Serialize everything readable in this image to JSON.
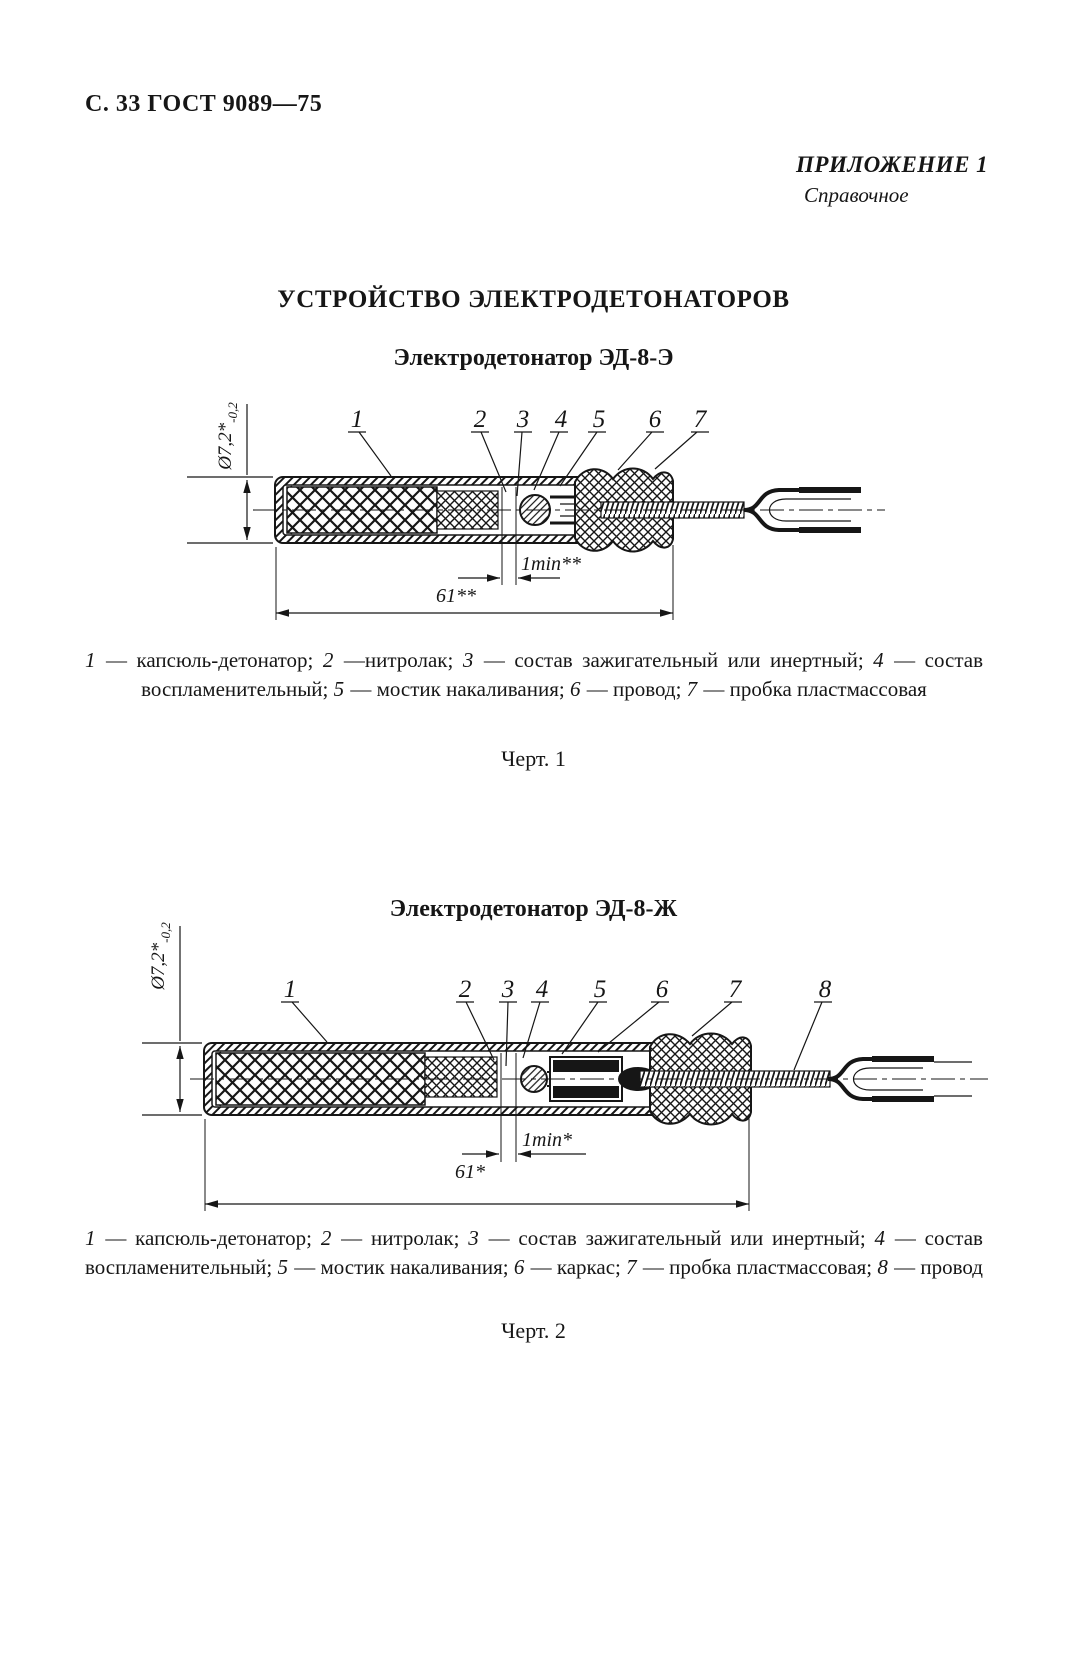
{
  "page": {
    "header": "С. 33 ГОСТ 9089—75",
    "appendix": {
      "title": "ПРИЛОЖЕНИЕ 1",
      "subtitle": "Справочное"
    },
    "title": "УСТРОЙСТВО ЭЛЕКТРОДЕТОНАТОРОВ"
  },
  "figure1": {
    "subtitle": "Электродетонатор ЭД-8-Э",
    "callouts": [
      "1",
      "2",
      "3",
      "4",
      "5",
      "6",
      "7"
    ],
    "dims": {
      "diameter": "Ø7,2*",
      "diameter_tol": "-0,2",
      "min_gap": "1min**",
      "length": "61**"
    },
    "legend": [
      {
        "num": "1",
        "text": " — капсюль-детонатор; "
      },
      {
        "num": "2",
        "text": " —нитролак; "
      },
      {
        "num": "3",
        "text": " — состав зажигательный или инертный; "
      },
      {
        "num": "4",
        "text": " — состав воспламенительный; "
      },
      {
        "num": "5",
        "text": " — мостик накаливания; "
      },
      {
        "num": "6",
        "text": " — провод; "
      },
      {
        "num": "7",
        "text": " — пробка пластмассовая"
      }
    ],
    "caption": "Черт. 1"
  },
  "figure2": {
    "subtitle": "Электродетонатор ЭД-8-Ж",
    "callouts": [
      "1",
      "2",
      "3",
      "4",
      "5",
      "6",
      "7",
      "8"
    ],
    "dims": {
      "diameter": "Ø7,2*",
      "diameter_tol": "-0,2",
      "min_gap": "1min*",
      "length": "61*"
    },
    "legend": [
      {
        "num": "1",
        "text": " — капсюль-детонатор; "
      },
      {
        "num": "2",
        "text": " — нитролак; "
      },
      {
        "num": "3",
        "text": " — состав зажигательный или инертный; "
      },
      {
        "num": "4",
        "text": " — состав воспламенительный; "
      },
      {
        "num": "5",
        "text": " — мостик накаливания; "
      },
      {
        "num": "6",
        "text": " — каркас; "
      },
      {
        "num": "7",
        "text": " — пробка пластмассовая; "
      },
      {
        "num": "8",
        "text": " — провод"
      }
    ],
    "caption": "Черт. 2"
  }
}
